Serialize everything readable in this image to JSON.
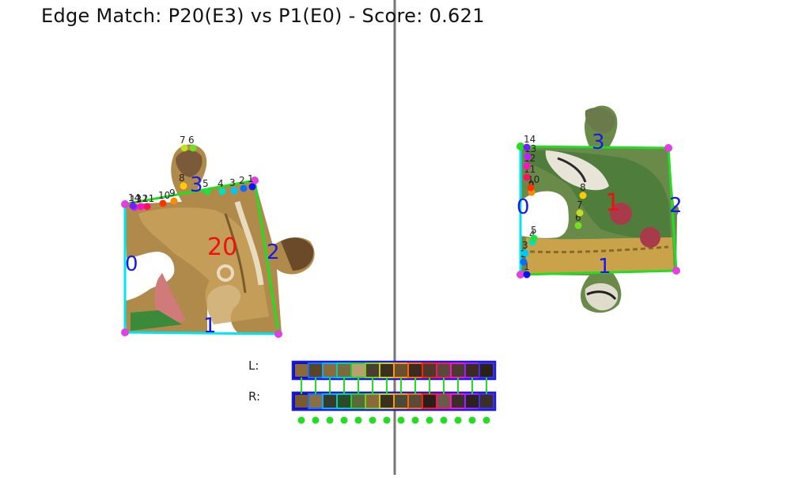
{
  "title": "Edge Match: P20(E3) vs P1(E0) - Score: 0.621",
  "left_piece": {
    "id_label": "20",
    "edge_labels": [
      "0",
      "1",
      "2",
      "3"
    ],
    "point_labels": [
      "1",
      "2",
      "3",
      "4",
      "5",
      "6",
      "7",
      "8",
      "9",
      "10",
      "11",
      "12",
      "13",
      "14"
    ]
  },
  "right_piece": {
    "id_label": "1",
    "edge_labels": [
      "0",
      "1",
      "2",
      "3"
    ],
    "point_labels": [
      "1",
      "2",
      "3",
      "4",
      "5",
      "6",
      "7",
      "8",
      "9",
      "10",
      "11",
      "12",
      "13",
      "14"
    ]
  },
  "strips": {
    "left_label": "L:",
    "right_label": "R:",
    "left_colors": [
      "#8a6a3a",
      "#5a4426",
      "#8b6b3e",
      "#7a6a40",
      "#b8a070",
      "#4a3e30",
      "#3a3020",
      "#6b5030",
      "#3a2a20",
      "#4a3a2e",
      "#5a4838",
      "#4a3a30",
      "#3a2a20",
      "#2a2018"
    ],
    "right_colors": [
      "#7a5a2a",
      "#8a6e44",
      "#3a3a2a",
      "#2a4a2a",
      "#5a6a3a",
      "#8a6a3a",
      "#3a3020",
      "#4a4a3a",
      "#5a4a3a",
      "#2a1e1a",
      "#6a5a4a",
      "#3a2e28",
      "#2a2220",
      "#3a3028"
    ],
    "match_count": 14
  },
  "colors": {
    "edge_cyan": "#00e5ee",
    "edge_green": "#22dd22",
    "corner_magenta": "#e040e0",
    "label_blue": "#1a1ae6",
    "label_red": "#ee1111",
    "divider": "#777777"
  }
}
